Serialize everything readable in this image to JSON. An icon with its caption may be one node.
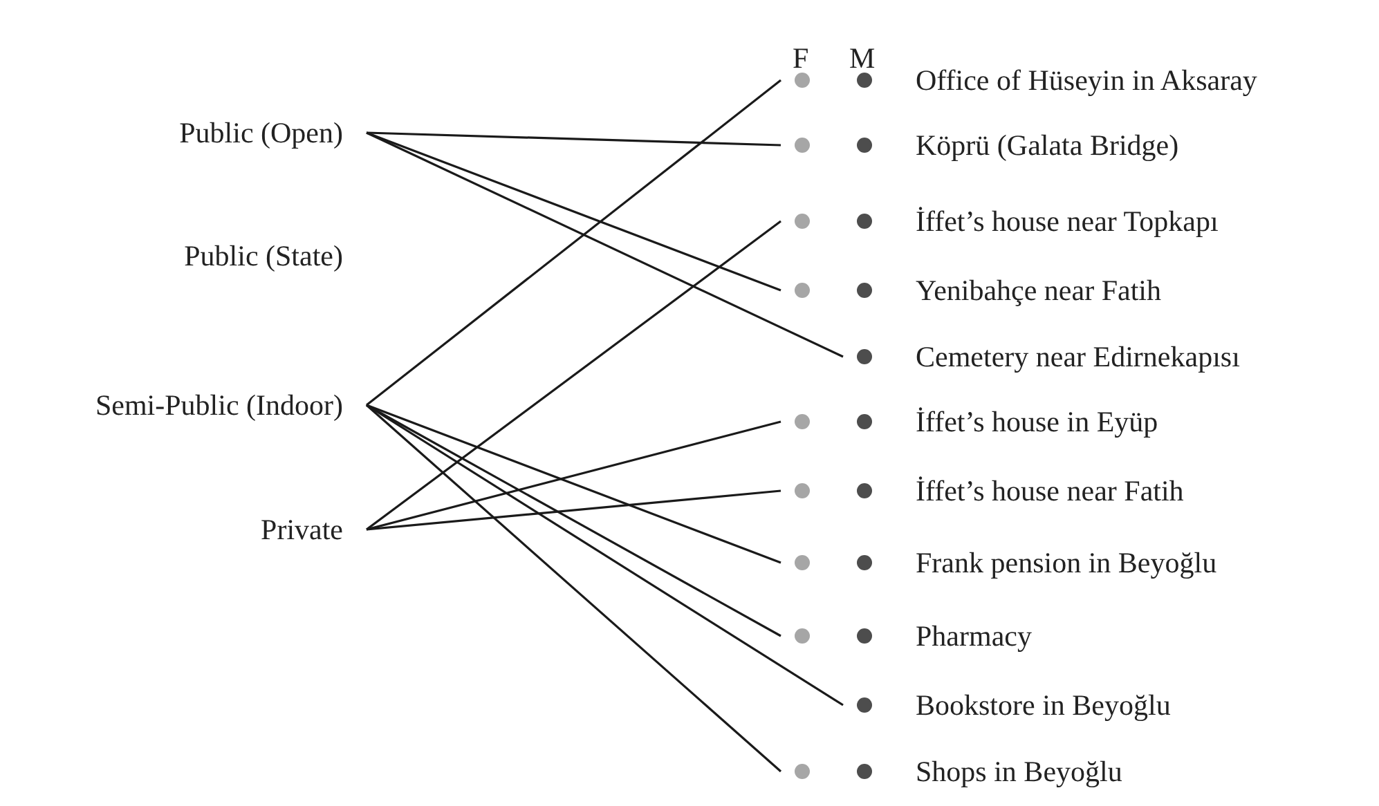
{
  "diagram": {
    "nodes": [
      {
        "text": [
          "Public (Open)"
        ]
      },
      {
        "text": [
          "Public (State)"
        ]
      },
      {
        "text": [
          "Semi-Public (Indoor)"
        ]
      },
      {
        "text": [
          "Private"
        ]
      },
      {
        "text": [
          "Office of Hüseyin in Aksaray"
        ]
      },
      {
        "text": [
          "Köprü (Galata Bridge)"
        ]
      },
      {
        "text": [
          "İffet’s house near Topkapı"
        ]
      },
      {
        "text": [
          "Yenibahçe near Fatih"
        ]
      },
      {
        "text": [
          "Cemetery near Edirnekapısı"
        ]
      },
      {
        "text": [
          "İffet’s house in Eyüp"
        ]
      },
      {
        "text": [
          "İffet’s house near Fatih"
        ]
      },
      {
        "text": [
          "Frank pension in Beyoğlu"
        ]
      },
      {
        "text": [
          "Pharmacy"
        ]
      },
      {
        "text": [
          "Bookstore in Beyoğlu"
        ]
      },
      {
        "text": [
          "Shops in Beyoğlu"
        ]
      }
    ],
    "edges": [
      {
        "from": 0,
        "to": 5,
        "arrow": "none"
      },
      {
        "from": 0,
        "to": 7,
        "arrow": "none"
      },
      {
        "from": 0,
        "to": 8,
        "arrow": "none"
      },
      {
        "from": 2,
        "to": 4,
        "arrow": "none"
      },
      {
        "from": 2,
        "to": 11,
        "arrow": "none"
      },
      {
        "from": 2,
        "to": 12,
        "arrow": "none"
      },
      {
        "from": 2,
        "to": 13,
        "arrow": "none"
      },
      {
        "from": 2,
        "to": 14,
        "arrow": "none"
      },
      {
        "from": 3,
        "to": 6,
        "arrow": "none"
      },
      {
        "from": 3,
        "to": 9,
        "arrow": "none"
      },
      {
        "from": 3,
        "to": 10,
        "arrow": "none"
      }
    ],
    "labels": [
      "F",
      "M"
    ]
  }
}
